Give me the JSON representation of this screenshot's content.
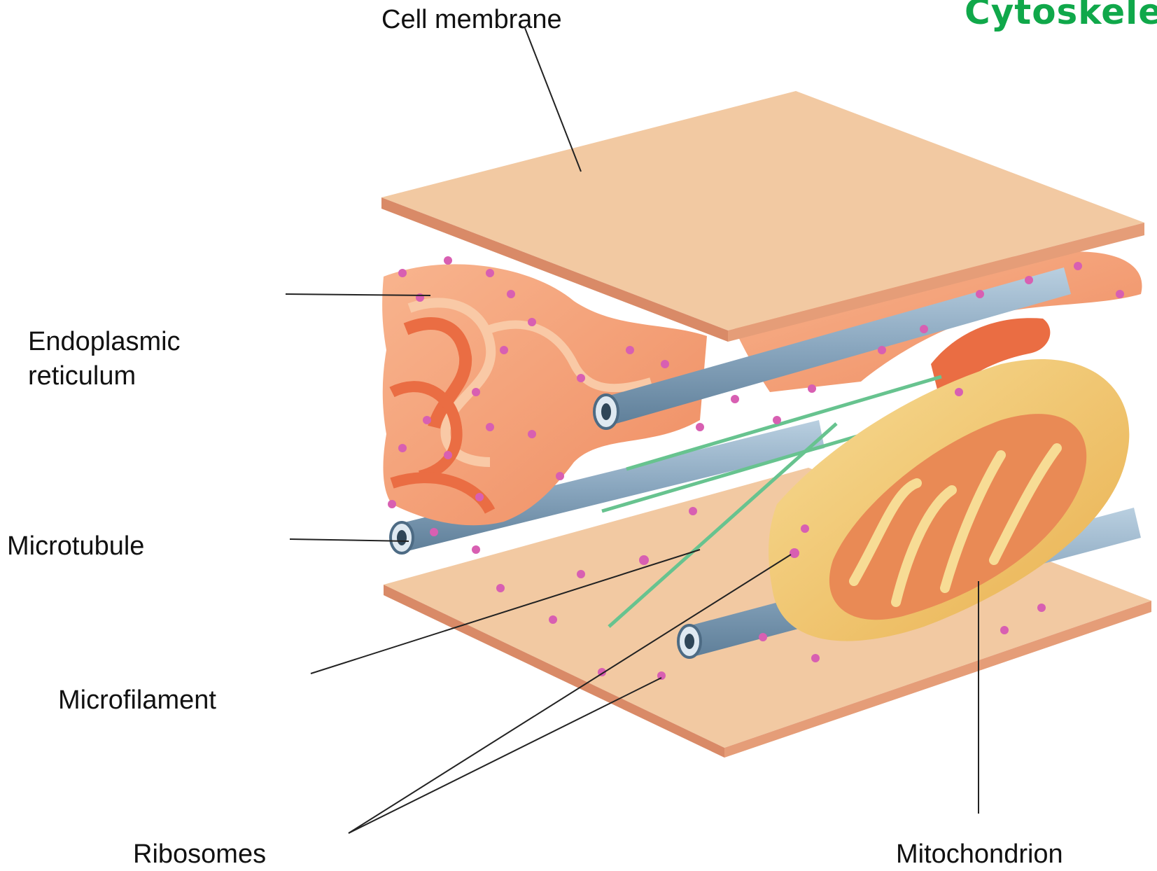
{
  "title": "Cytoskeleto",
  "labels": {
    "cell_membrane": "Cell membrane",
    "er_line1": "Endoplasmic",
    "er_line2": "reticulum",
    "microtubule": "Microtubule",
    "microfilament": "Microfilament",
    "ribosomes": "Ribosomes",
    "mitochondrion": "Mitochondrion"
  },
  "colors": {
    "title": "#10a84a",
    "membrane": "#f2c9a2",
    "membrane_edge": "#d98a67",
    "er_fill": "#f5a27a",
    "er_inner": "#ee7a4f",
    "microtubule": "#8aa7bf",
    "microfilament": "#67c38f",
    "ribosome": "#d85fb2",
    "mitochondrion_outer": "#f2c66a",
    "mitochondrion_inner": "#e98a55",
    "leader_line": "#222222"
  }
}
